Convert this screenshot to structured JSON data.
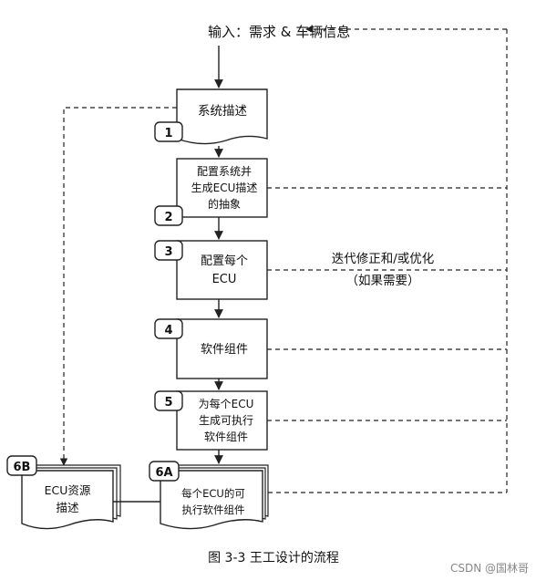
{
  "input_label": "输入：需求 & 车辆信息",
  "steps": [
    {
      "num": "1",
      "lines": [
        "系统描述"
      ]
    },
    {
      "num": "2",
      "lines": [
        "配置系统并",
        "生成ECU描述",
        "的抽象"
      ]
    },
    {
      "num": "3",
      "lines": [
        "配置每个",
        "ECU"
      ]
    },
    {
      "num": "4",
      "lines": [
        "软件组件"
      ]
    },
    {
      "num": "5",
      "lines": [
        "为每个ECU",
        "生成可执行",
        "软件组件"
      ]
    },
    {
      "num": "6A",
      "lines": [
        "每个ECU的可",
        "执行软件组件"
      ]
    },
    {
      "num": "6B",
      "lines": [
        "ECU资源",
        "描述"
      ]
    }
  ],
  "iteration_label": [
    "迭代修正和/或优化",
    "（如果需要）"
  ],
  "caption": "图 3-3    王工设计的流程",
  "watermark": "CSDN @国林哥",
  "colors": {
    "line": "#222222",
    "box_border": "#222222",
    "watermark": "#888888"
  }
}
